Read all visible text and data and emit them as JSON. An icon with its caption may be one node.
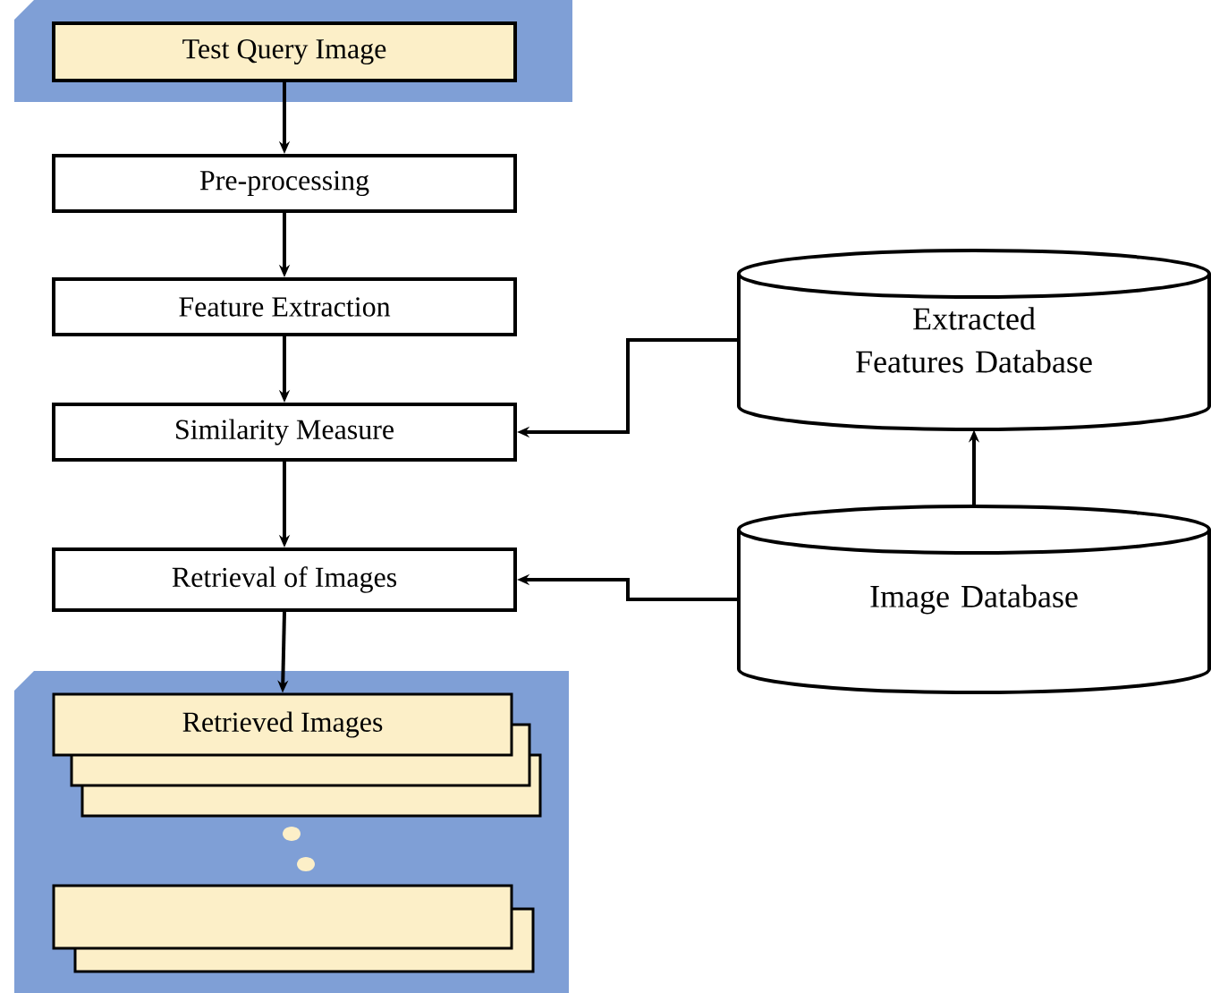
{
  "diagram": {
    "nodes": [
      {
        "text": [],
        "shape": "box"
      },
      {
        "text": [
          "Test Query Image"
        ],
        "in": 0
      },
      {
        "text": [
          "Pre-processing"
        ]
      },
      {
        "text": [
          "Feature Extraction"
        ]
      },
      {
        "text": [
          "Similarity Measure"
        ]
      },
      {
        "text": [
          "Retrieval of Images"
        ]
      },
      {
        "text": [],
        "shape": "box"
      },
      {
        "text": [
          "Retrieved Images"
        ],
        "in": 6
      },
      {
        "text": [],
        "shape": "box",
        "in": 6
      },
      {
        "text": [
          "Extracted Features Database"
        ]
      },
      {
        "text": [
          "Image Database"
        ]
      }
    ],
    "edges": [
      {
        "from": 1,
        "to": 2,
        "arrow": "to"
      },
      {
        "from": 2,
        "to": 3,
        "arrow": "to"
      },
      {
        "from": 3,
        "to": 4,
        "arrow": "to"
      },
      {
        "from": 4,
        "to": 5,
        "arrow": "to"
      },
      {
        "from": 5,
        "to": 7,
        "arrow": "to"
      },
      {
        "from": 9,
        "to": 4,
        "arrow": "to"
      },
      {
        "from": 10,
        "to": 5,
        "arrow": "to"
      },
      {
        "from": 10,
        "to": 9,
        "arrow": "to"
      }
    ]
  }
}
